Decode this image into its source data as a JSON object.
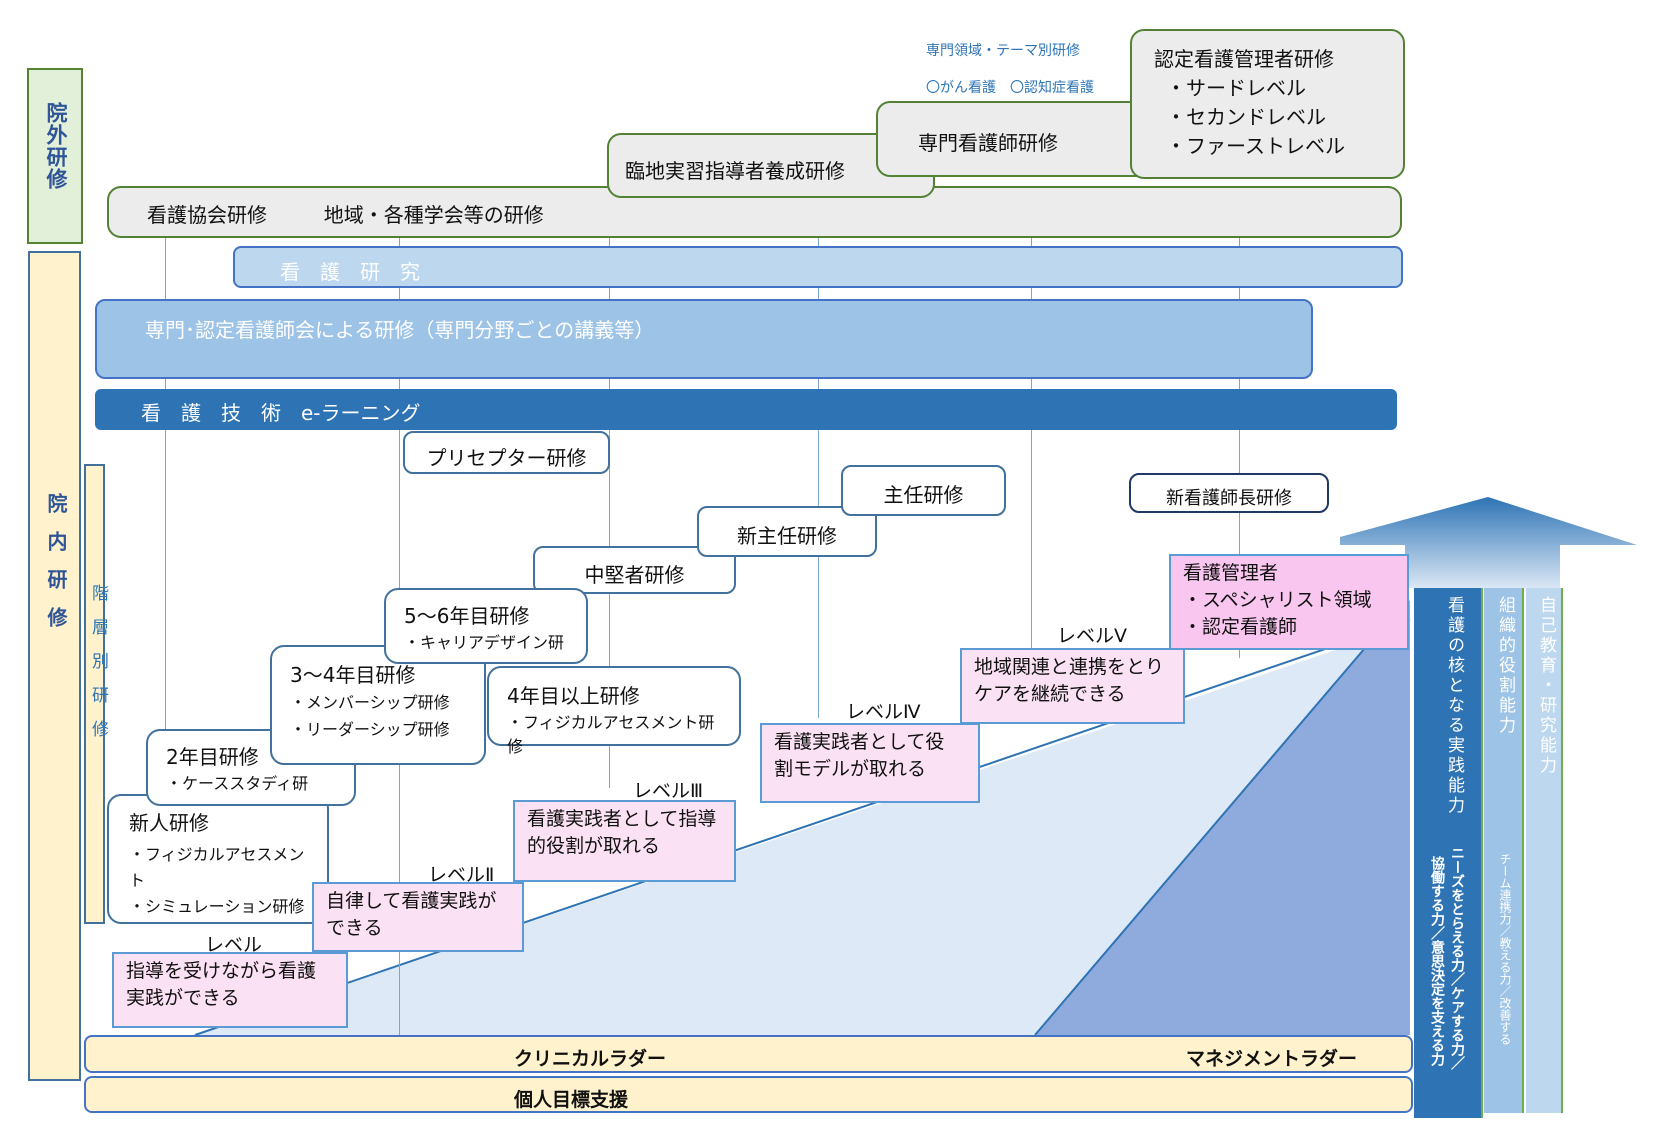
{
  "side_labels": {
    "external": "院外研修",
    "internal": "院内研修",
    "hierarchical": "階層別研修"
  },
  "external": {
    "association_row": {
      "left": "看護協会研修",
      "right": "地域・各種学会等の研修"
    },
    "clinical_instructor": "臨地実習指導者養成研修",
    "specialist_nurse": "専門看護師研修",
    "theme_heading": "専門領域・テーマ別研修",
    "theme_items": "〇がん看護　〇認知症看護",
    "certified_manager": {
      "title": "認定看護管理者研修",
      "items": [
        "・サードレベル",
        "・セカンドレベル",
        "・ファーストレベル"
      ]
    }
  },
  "internal": {
    "nursing_research": "看　護　研　究",
    "specialist_lectures": "専門･認定看護師会による研修（専門分野ごとの講義等）",
    "elearning": "看　護　技　術　e-ラーニング"
  },
  "trainings": {
    "preceptor": "プリセプター研修",
    "chief": "主任研修",
    "new_chief": "新主任研修",
    "midcareer": "中堅者研修",
    "new_head_nurse": "新看護師長研修",
    "year56": {
      "title": "5～6年目研修",
      "items": [
        "・キャリアデザイン研"
      ]
    },
    "year34": {
      "title": "3～4年目研修",
      "items": [
        "・メンバーシップ研修",
        "・リーダーシップ研修"
      ]
    },
    "year4plus": {
      "title": "4年目以上研修",
      "items": [
        "・フィジカルアセスメント研修"
      ]
    },
    "year2": {
      "title": "2年目研修",
      "items": [
        "・ケーススタディ研"
      ]
    },
    "newcomer": {
      "title": "新人研修",
      "items": [
        "・フィジカルアセスメント",
        "・シミュレーション研修"
      ]
    }
  },
  "levels": [
    {
      "label": "レベル",
      "desc": [
        "指導を受けながら看護",
        "実践ができる"
      ]
    },
    {
      "label": "レベルⅡ",
      "desc": [
        "自律して看護実践が",
        "できる"
      ]
    },
    {
      "label": "レベルⅢ",
      "desc": [
        "看護実践者として指導",
        "的役割が取れる"
      ]
    },
    {
      "label": "レベルⅣ",
      "desc": [
        "看護実践者として役",
        "割モデルが取れる"
      ]
    },
    {
      "label": "レベルⅤ",
      "desc": [
        "地域関連と連携をとり",
        "ケアを継続できる"
      ]
    }
  ],
  "manager_box": {
    "title": "看護管理者",
    "items": [
      "・スペシャリスト領域",
      "・認定看護師"
    ]
  },
  "competency_columns": [
    {
      "title": "看護の核となる実践能力",
      "detail_1": "ニーズをとらえる力／ケアする力／",
      "detail_2": "協働する力／意思決定を支える力"
    },
    {
      "title": "組織的役割能力",
      "detail_1": "チーム連携力／教える力／改善する"
    },
    {
      "title": "自己教育・研究能力"
    }
  ],
  "ladders": {
    "clinical": "クリニカルラダー",
    "management": "マネジメントラダー",
    "personal_goal": "個人目標支援"
  },
  "colors": {
    "external_green": "#538135",
    "internal_blue": "#41719c",
    "elearning_blue": "#2e74b5",
    "level_pink": "#fbe1f4",
    "ladder_cream": "#fff2cc"
  }
}
